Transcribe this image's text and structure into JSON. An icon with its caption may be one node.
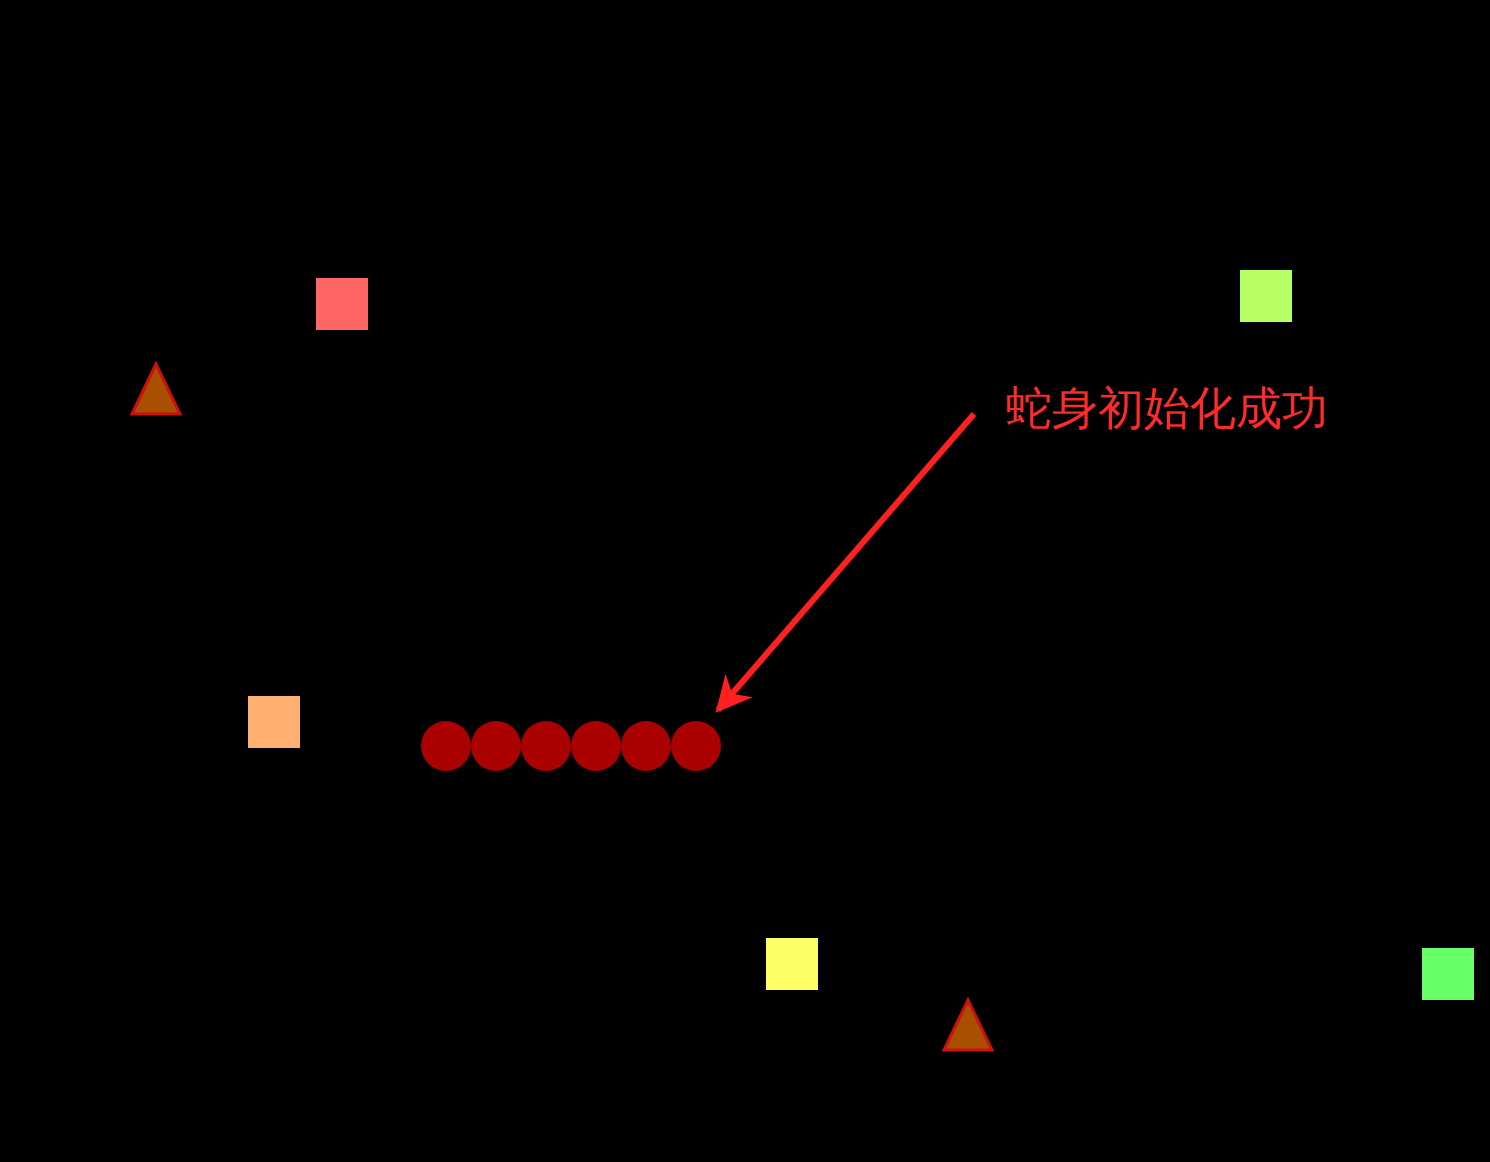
{
  "diagram": {
    "nodes": [
      {
        "text": [
          "蛇身初始化成功"
        ]
      },
      {
        "text": [],
        "shape": "circle"
      },
      {
        "text": [],
        "shape": "circle"
      },
      {
        "text": [],
        "shape": "circle"
      },
      {
        "text": [],
        "shape": "circle"
      },
      {
        "text": [],
        "shape": "circle"
      },
      {
        "text": [],
        "shape": "circle"
      }
    ],
    "edges": [
      {
        "from": 0,
        "to": 6,
        "arrow": "to"
      }
    ]
  }
}
